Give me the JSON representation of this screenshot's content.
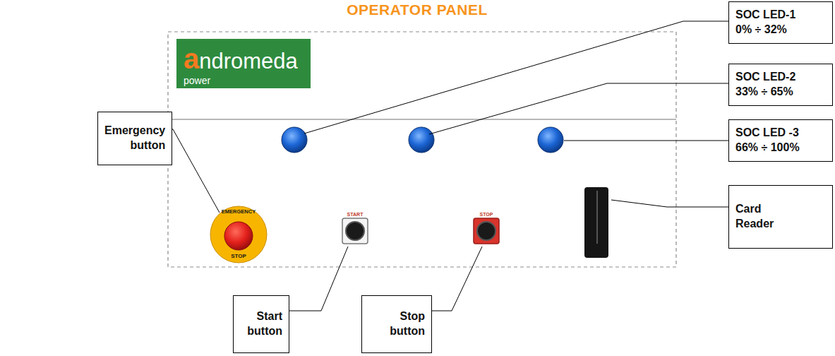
{
  "diagram": {
    "title": "OPERATOR PANEL",
    "nodes": [
      {
        "text": [
          "SOC LED-1",
          "0% ÷ 32%"
        ]
      },
      {
        "text": [
          "andromeda",
          "power"
        ]
      },
      {
        "text": [
          "SOC LED-2",
          "33% ÷ 65%"
        ]
      },
      {
        "text": [
          "Emergency button"
        ]
      },
      {
        "text": [
          "SOC LED -3",
          "66% ÷ 100%"
        ]
      },
      {
        "text": [
          "Card Reader"
        ]
      },
      {
        "text": [
          "Start button"
        ]
      },
      {
        "text": [
          "Stop button"
        ]
      }
    ],
    "labels": [
      "EMERGENCY",
      "START",
      "STOP",
      "STOP"
    ]
  }
}
